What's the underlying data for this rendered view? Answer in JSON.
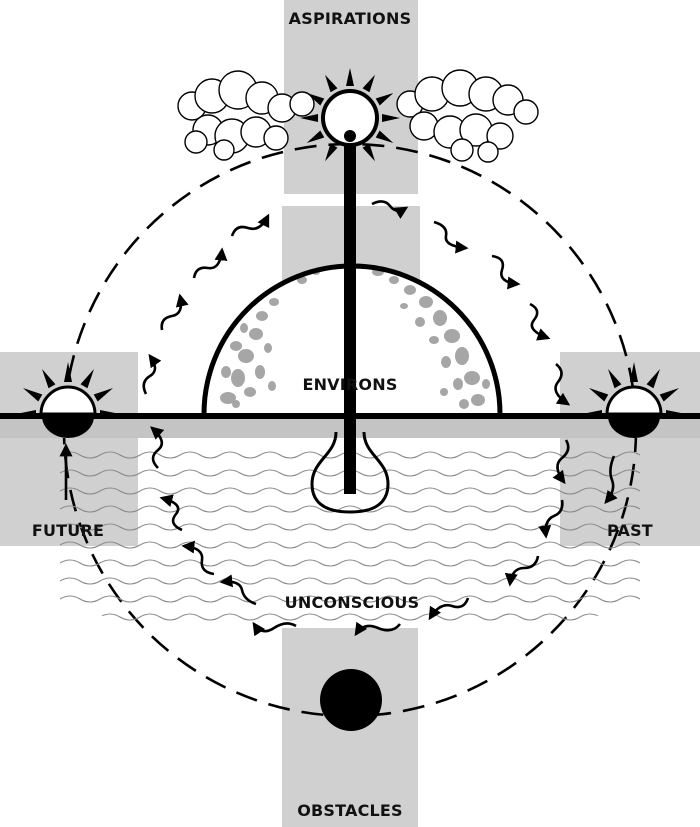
{
  "labels": {
    "top": "ASPIRATIONS",
    "center": "ENVIRONS",
    "left": "FUTURE",
    "right": "PAST",
    "bottom_inner": "UNCONSCIOUS",
    "bottom": "OBSTACLES"
  },
  "icons": {
    "top": "sun-icon",
    "left": "rising-sun-icon",
    "right": "setting-sun-icon",
    "bottom": "black-sun-icon",
    "clouds": "cloud-icon"
  },
  "colors": {
    "band": "#d0d0d0",
    "ink": "#000000",
    "dome_spots": "#a6a6a6",
    "waves": "#8a8a8a"
  }
}
